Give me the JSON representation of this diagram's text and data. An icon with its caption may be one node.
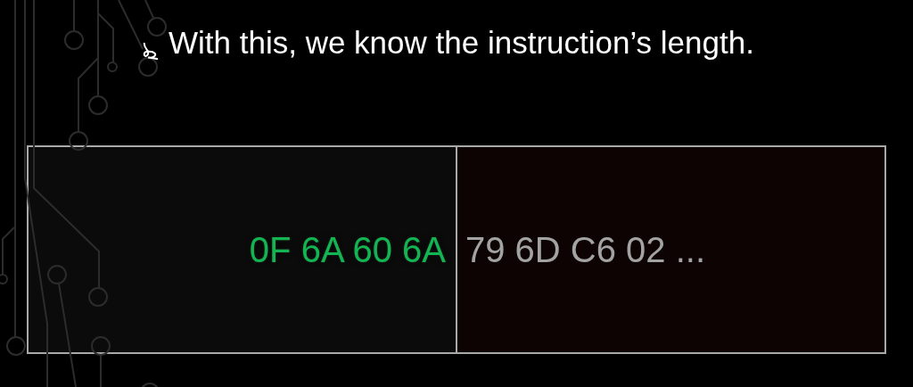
{
  "diagram": {
    "nodes": [
      {
        "text": [
          "0F 6A 60 6A"
        ]
      },
      {
        "text": [
          "79 6D C6 02 ..."
        ]
      }
    ],
    "labels": [
      "With this, we know the instruction’s length."
    ]
  }
}
